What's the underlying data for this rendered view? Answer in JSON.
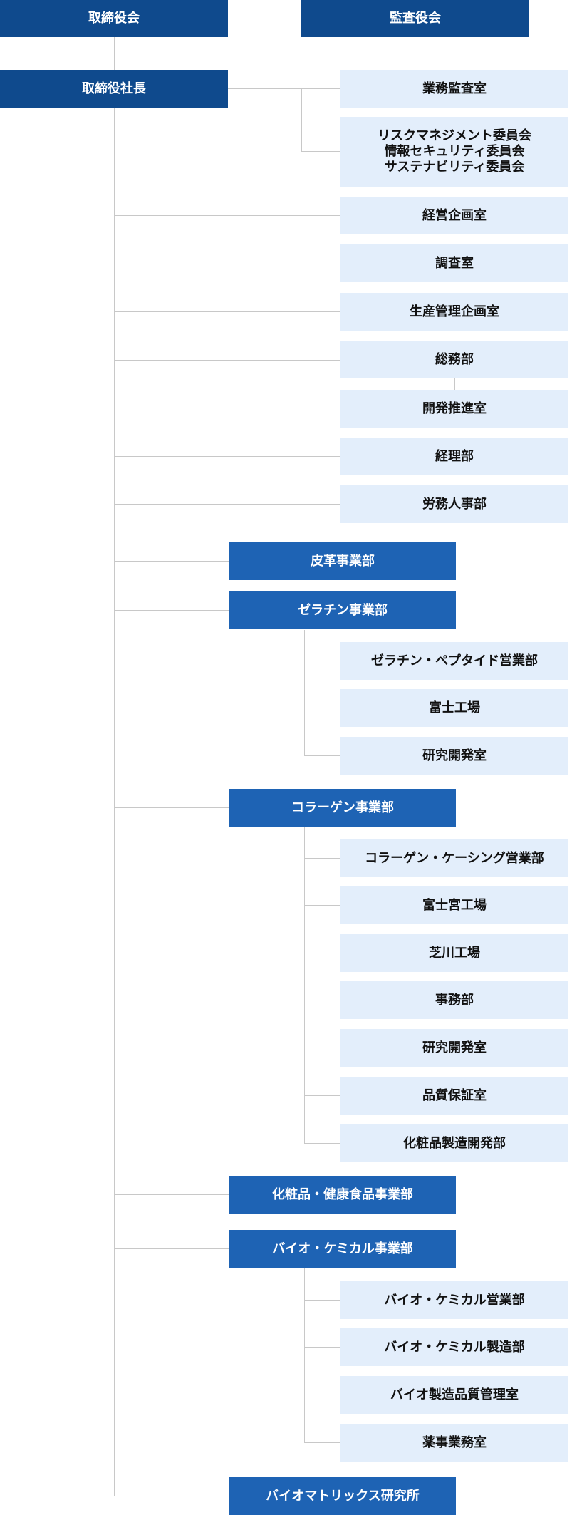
{
  "board": "取締役会",
  "auditors": "監査役会",
  "president": "取締役社長",
  "staff": [
    {
      "key": "audit",
      "label": "業務監査室"
    },
    {
      "key": "committees",
      "lines": [
        "リスクマネジメント委員会",
        "情報セキュリティ委員会",
        "サステナビリティ委員会"
      ]
    },
    {
      "key": "planning",
      "label": "経営企画室"
    },
    {
      "key": "research",
      "label": "調査室"
    },
    {
      "key": "production",
      "label": "生産管理企画室"
    },
    {
      "key": "general",
      "label": "総務部"
    },
    {
      "key": "development",
      "label": "開発推進室"
    },
    {
      "key": "accounting",
      "label": "経理部"
    },
    {
      "key": "hr",
      "label": "労務人事部"
    }
  ],
  "divisions": {
    "leather": {
      "label": "皮革事業部"
    },
    "gelatin": {
      "label": "ゼラチン事業部",
      "units": [
        "ゼラチン・ペプタイド営業部",
        "富士工場",
        "研究開発室"
      ]
    },
    "collagen": {
      "label": "コラーゲン事業部",
      "units": [
        "コラーゲン・ケーシング営業部",
        "富士宮工場",
        "芝川工場",
        "事務部",
        "研究開発室",
        "品質保証室",
        "化粧品製造開発部"
      ]
    },
    "cosmetics": {
      "label": "化粧品・健康食品事業部"
    },
    "biochem": {
      "label": "バイオ・ケミカル事業部",
      "units": [
        "バイオ・ケミカル営業部",
        "バイオ・ケミカル製造部",
        "バイオ製造品質管理室",
        "薬事業務室"
      ]
    },
    "biomatrix": {
      "label": "バイオマトリックス研究所"
    }
  },
  "colors": {
    "navy": "#0f4a8d",
    "blue": "#1e63b4",
    "light": "#e3eefb",
    "line": "#c8c8c8"
  }
}
